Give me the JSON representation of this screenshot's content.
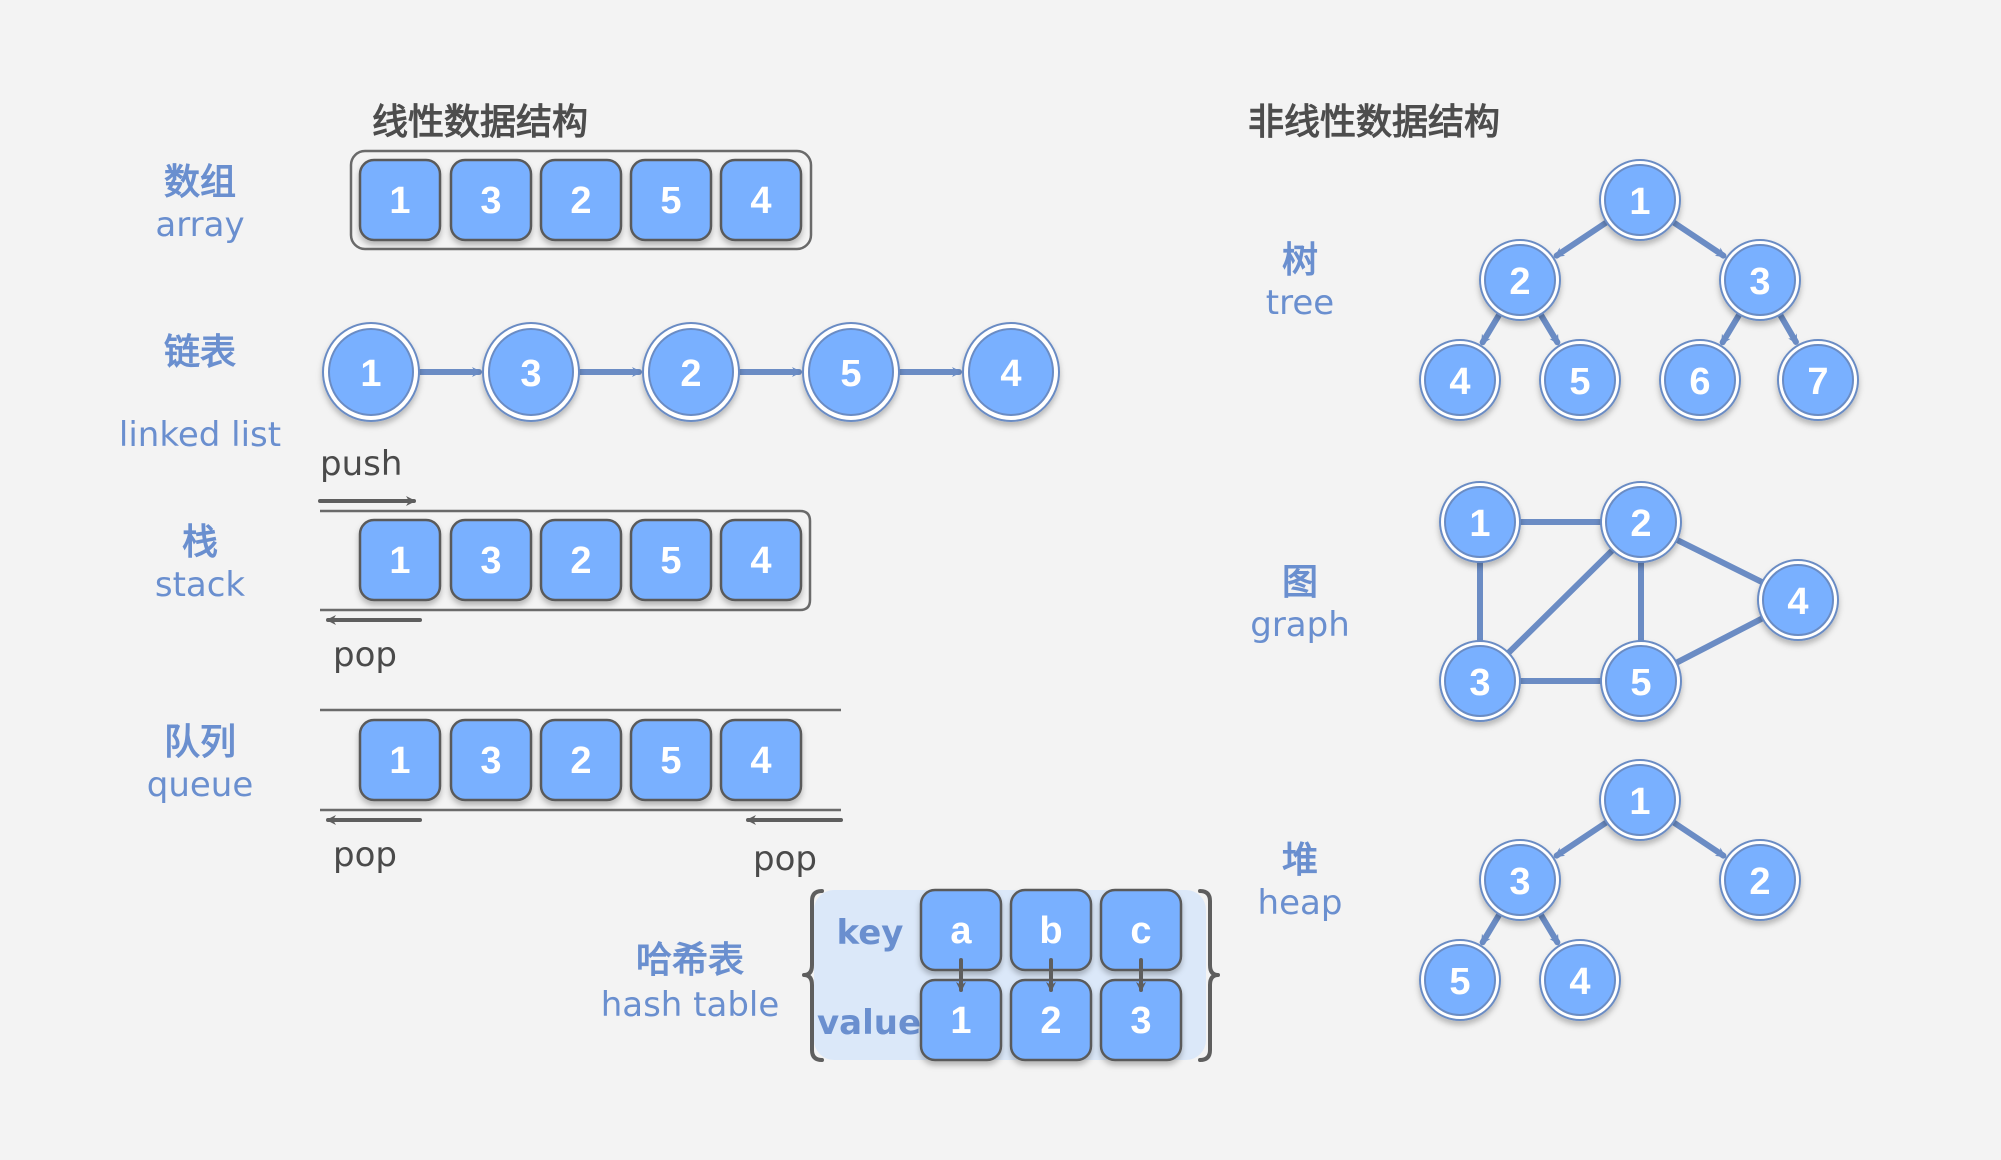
{
  "linear": {
    "title": "线性数据结构",
    "array": {
      "label_cn": "数组",
      "label_en": "array",
      "values": [
        "1",
        "3",
        "2",
        "5",
        "4"
      ]
    },
    "linked_list": {
      "label_cn": "链表",
      "label_en": "linked list",
      "values": [
        "1",
        "3",
        "2",
        "5",
        "4"
      ]
    },
    "stack": {
      "label_cn": "栈",
      "label_en": "stack",
      "values": [
        "1",
        "3",
        "2",
        "5",
        "4"
      ],
      "push_label": "push",
      "pop_label": "pop"
    },
    "queue": {
      "label_cn": "队列",
      "label_en": "queue",
      "values": [
        "1",
        "3",
        "2",
        "5",
        "4"
      ],
      "pop_left_label": "pop",
      "pop_right_label": "pop"
    },
    "hash_table": {
      "label_cn": "哈希表",
      "label_en": "hash table",
      "key_label": "key",
      "value_label": "value",
      "keys": [
        "a",
        "b",
        "c"
      ],
      "values": [
        "1",
        "2",
        "3"
      ]
    }
  },
  "nonlinear": {
    "title": "非线性数据结构",
    "tree": {
      "label_cn": "树",
      "label_en": "tree",
      "nodes": [
        "1",
        "2",
        "3",
        "4",
        "5",
        "6",
        "7"
      ],
      "edges": [
        [
          "1",
          "2"
        ],
        [
          "1",
          "3"
        ],
        [
          "2",
          "4"
        ],
        [
          "2",
          "5"
        ],
        [
          "3",
          "6"
        ],
        [
          "3",
          "7"
        ]
      ]
    },
    "graph": {
      "label_cn": "图",
      "label_en": "graph",
      "nodes": [
        "1",
        "2",
        "3",
        "4",
        "5"
      ],
      "edges": [
        [
          "1",
          "2"
        ],
        [
          "1",
          "3"
        ],
        [
          "2",
          "3"
        ],
        [
          "2",
          "5"
        ],
        [
          "2",
          "4"
        ],
        [
          "3",
          "5"
        ],
        [
          "5",
          "4"
        ]
      ]
    },
    "heap": {
      "label_cn": "堆",
      "label_en": "heap",
      "nodes": [
        "1",
        "3",
        "2",
        "5",
        "4"
      ],
      "edges": [
        [
          "1",
          "3"
        ],
        [
          "1",
          "2"
        ],
        [
          "3",
          "5"
        ],
        [
          "3",
          "4"
        ]
      ]
    }
  },
  "colors": {
    "background": "#f3f3f3",
    "cell_fill": "#79b0ff",
    "label_blue": "#6a8fcf",
    "edge_blue": "#6b8cc4",
    "title_gray": "#4d4d4d",
    "hash_bg": "#dbe8f9"
  }
}
